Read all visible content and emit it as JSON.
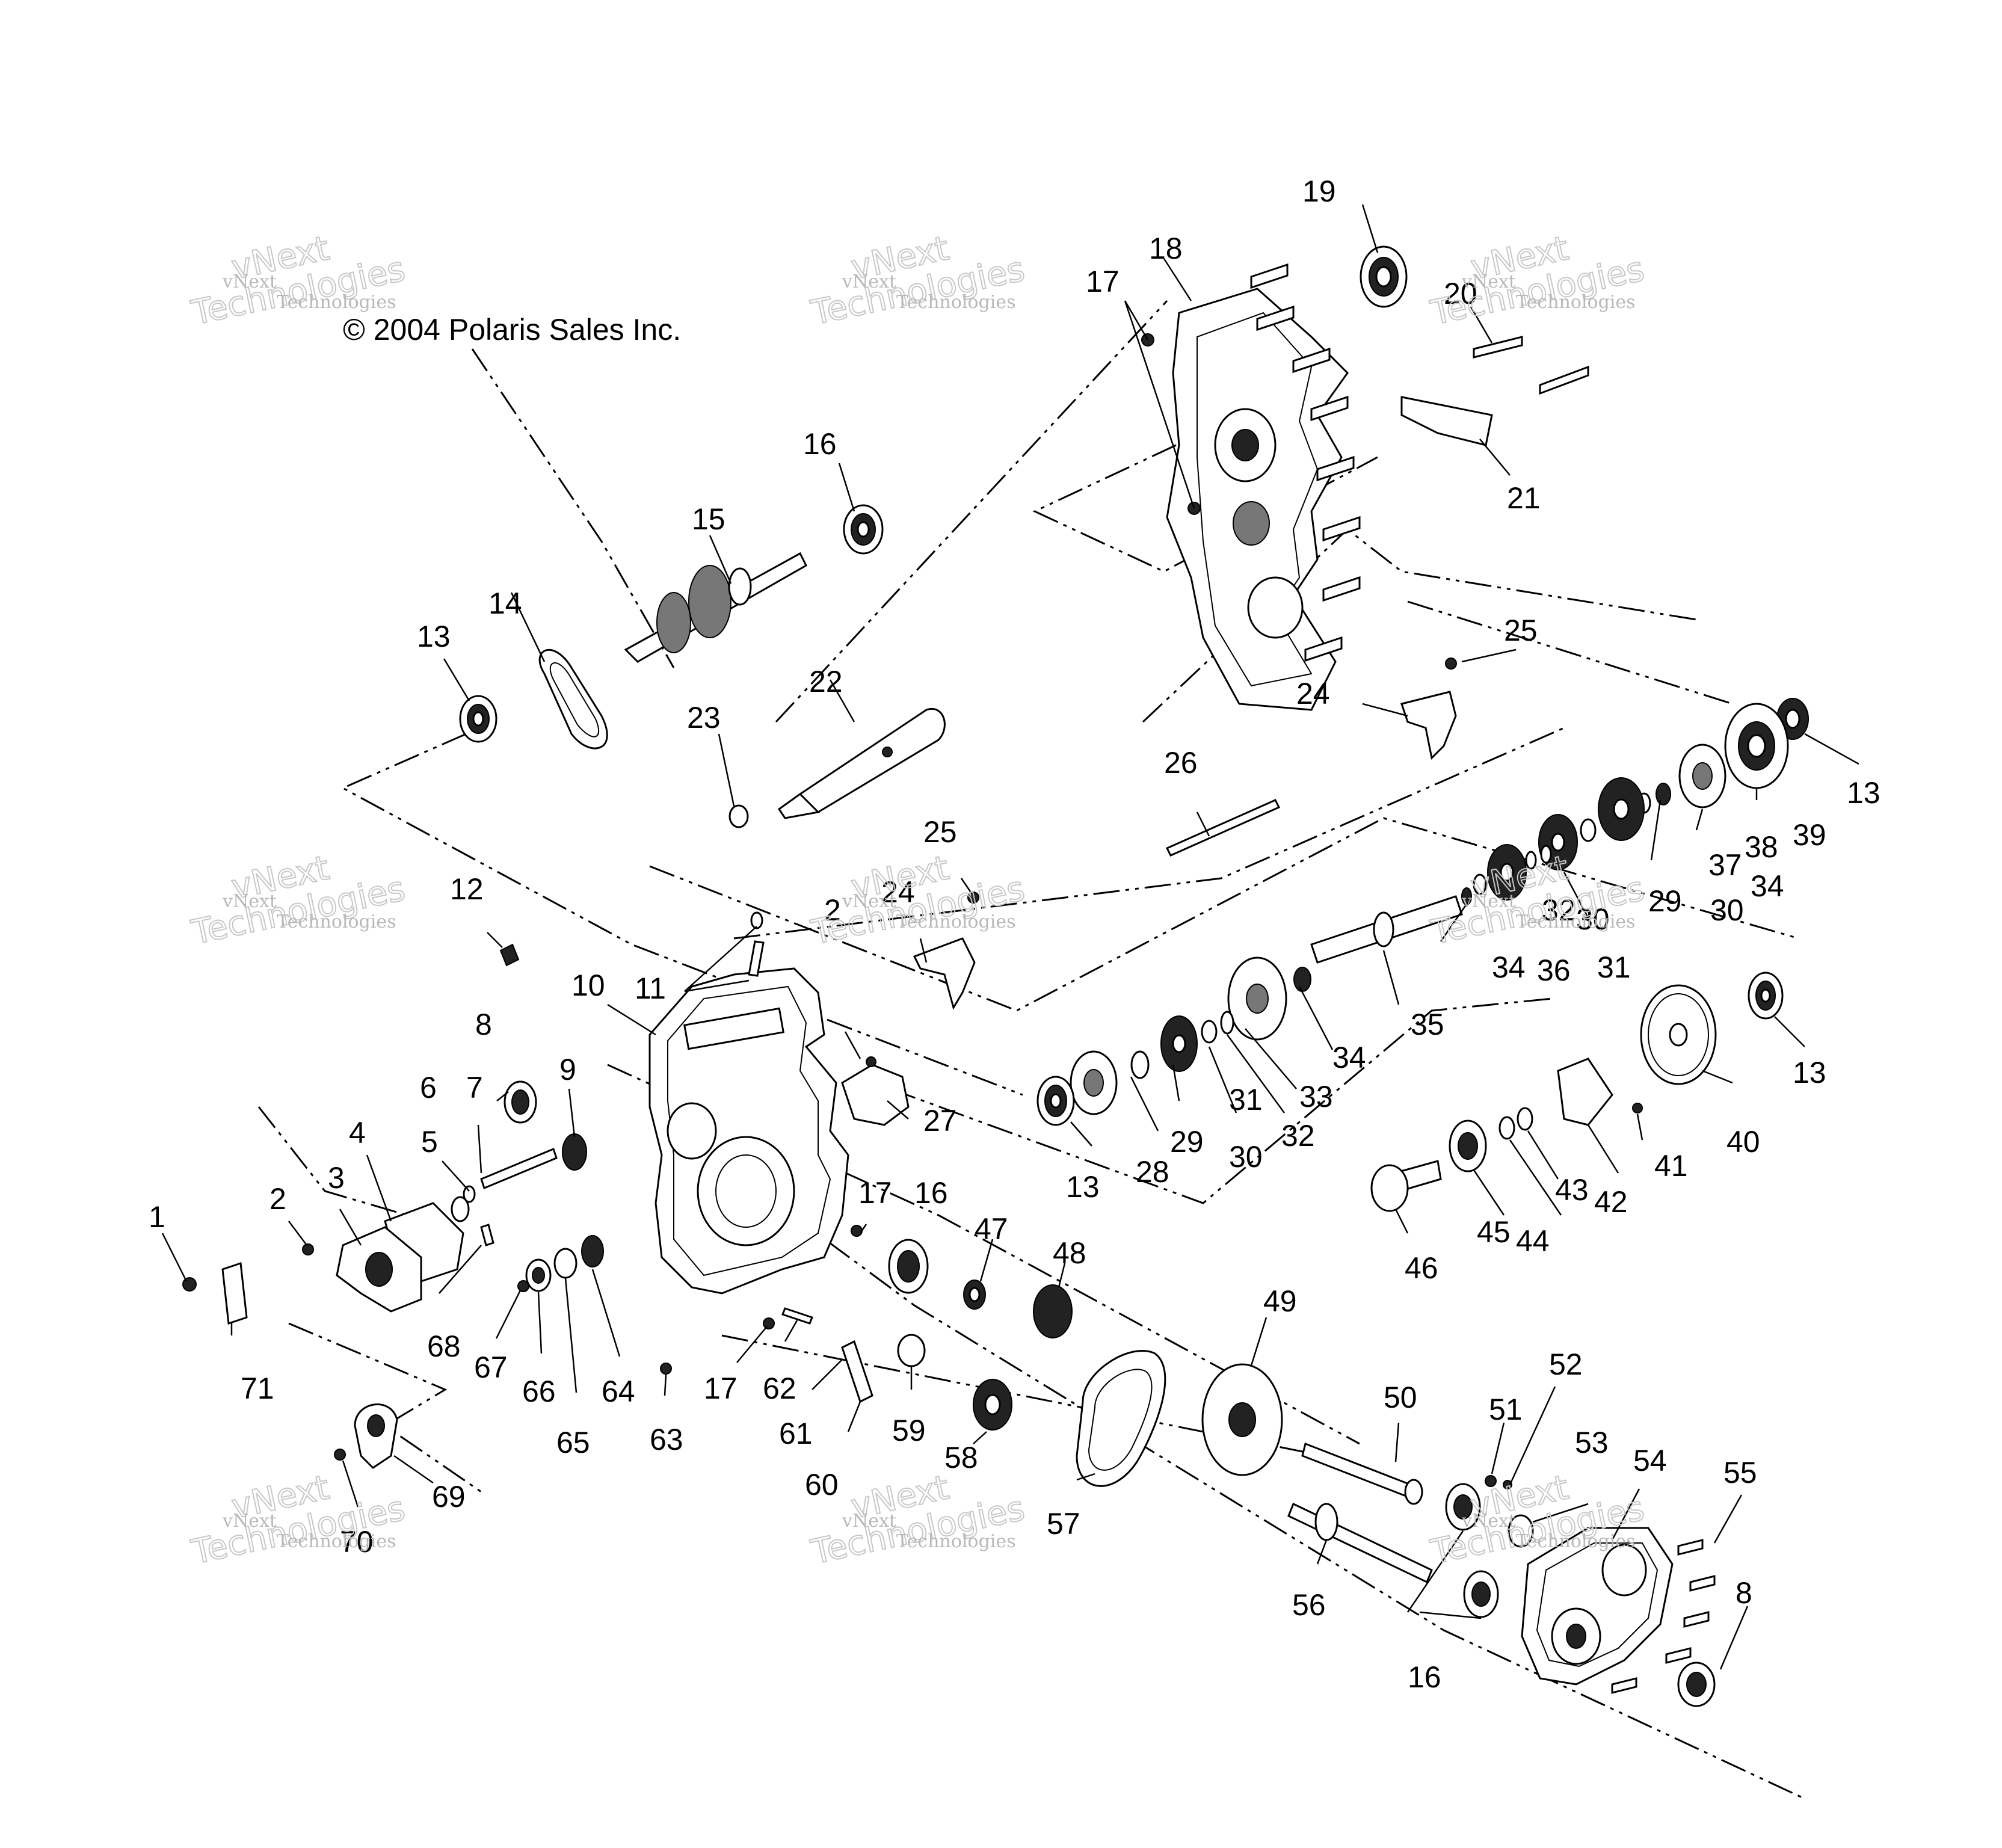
{
  "copyright": "© 2004 Polaris Sales Inc.",
  "watermark": {
    "line1": "vNext",
    "line2": "Technologies"
  },
  "part_labels": [
    "1",
    "2",
    "3",
    "4",
    "5",
    "6",
    "7",
    "8",
    "9",
    "10",
    "11",
    "12",
    "13",
    "14",
    "15",
    "16",
    "17",
    "18",
    "19",
    "20",
    "21",
    "22",
    "23",
    "24",
    "25",
    "26",
    "27",
    "28",
    "29",
    "30",
    "31",
    "32",
    "33",
    "34",
    "35",
    "36",
    "37",
    "38",
    "39",
    "40",
    "41",
    "42",
    "43",
    "44",
    "45",
    "46",
    "47",
    "48",
    "49",
    "50",
    "51",
    "52",
    "53",
    "54",
    "55",
    "56",
    "57",
    "58",
    "59",
    "60",
    "61",
    "62",
    "63",
    "64",
    "65",
    "66",
    "67",
    "68",
    "69",
    "70",
    "71"
  ]
}
